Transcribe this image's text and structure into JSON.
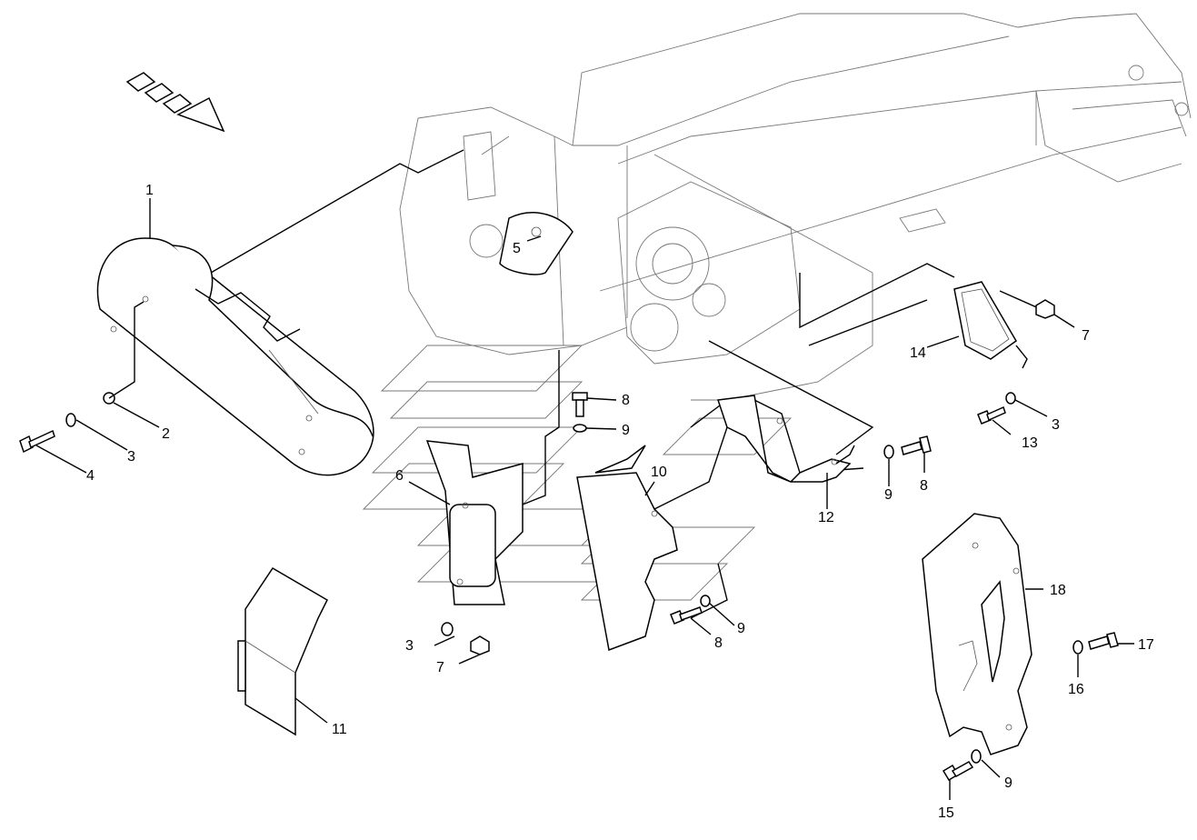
{
  "callouts": [
    {
      "label": "1"
    },
    {
      "label": "2"
    },
    {
      "label": "3"
    },
    {
      "label": "4"
    },
    {
      "label": "5"
    },
    {
      "label": "6"
    },
    {
      "label": "3"
    },
    {
      "label": "7"
    },
    {
      "label": "8"
    },
    {
      "label": "9"
    },
    {
      "label": "10"
    },
    {
      "label": "8"
    },
    {
      "label": "9"
    },
    {
      "label": "11"
    },
    {
      "label": "12"
    },
    {
      "label": "9"
    },
    {
      "label": "8"
    },
    {
      "label": "14"
    },
    {
      "label": "7"
    },
    {
      "label": "3"
    },
    {
      "label": "13"
    },
    {
      "label": "18"
    },
    {
      "label": "17"
    },
    {
      "label": "16"
    },
    {
      "label": "9"
    },
    {
      "label": "15"
    }
  ],
  "colors": {
    "line": "#000000",
    "background": "#ffffff",
    "ghost": "#777777"
  },
  "icons": [
    "travel-direction-arrow-icon"
  ]
}
